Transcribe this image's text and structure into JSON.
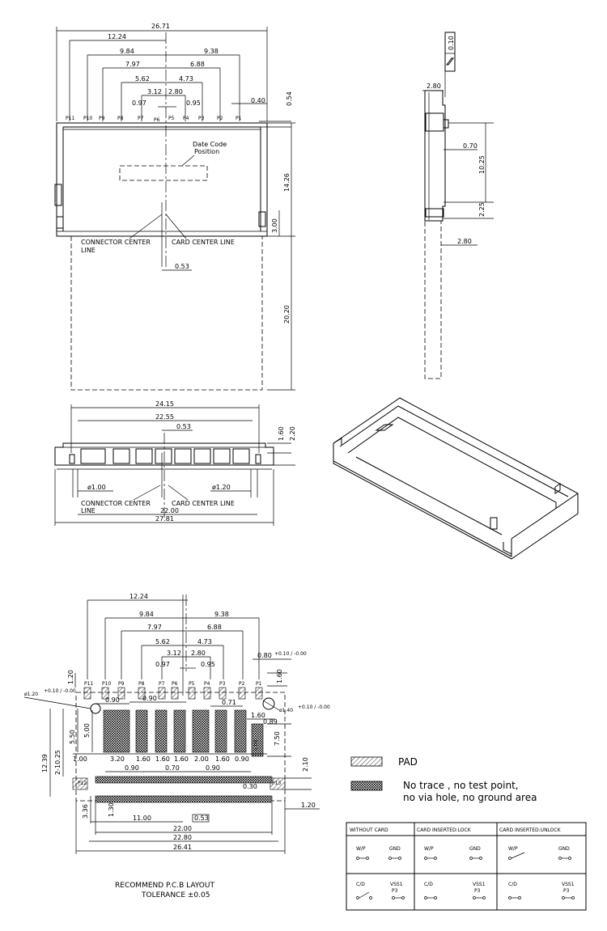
{
  "top_view": {
    "overall_width": "26.71",
    "dims_left": [
      "12.24",
      "9.84",
      "7.97",
      "5.62",
      "3.12",
      "0.97"
    ],
    "dims_right": [
      "9.38",
      "6.88",
      "4.73",
      "2.80",
      "0.95"
    ],
    "pitch_right": "0.40",
    "pin_height": "0.54",
    "pins": [
      "P11",
      "P10",
      "P9",
      "P8",
      "P7",
      "P6",
      "P5",
      "P4",
      "P3",
      "P2",
      "P1"
    ],
    "date_code": [
      "Date Code",
      "Position"
    ],
    "body_height": "14.26",
    "bottom_margin": "3.00",
    "card_extension": "20.20",
    "connector_center_line": [
      "CONNECTOR CENTER",
      "LINE"
    ],
    "card_center_line": "CARD CENTER LINE",
    "center_offset": "0.53"
  },
  "side_view": {
    "flatness": "0.10",
    "width_top": "2.80",
    "d1": "0.70",
    "d2": "10.25",
    "d3": "2.25",
    "width_bottom": "2.80"
  },
  "front_view": {
    "w1": "24.15",
    "w2": "22.55",
    "offset": "0.53",
    "h1": "1.60",
    "h2": "2.20",
    "hole_left": "ø1.00",
    "hole_right": "ø1.20",
    "connector_center_line": [
      "CONNECTOR CENTER",
      "LINE"
    ],
    "card_center_line": "CARD CENTER LINE",
    "w3": "22.00",
    "w4": "27.81"
  },
  "pcb": {
    "dims_left": [
      "12.24",
      "9.84",
      "7.97",
      "5.62",
      "3.12",
      "0.97"
    ],
    "dims_right": [
      "9.38",
      "6.88",
      "4.73",
      "2.80",
      "0.95"
    ],
    "pad_width": "0.80",
    "pad_width_tol": "+0.10 / -0.00",
    "pad_top": "1.20",
    "pad_len": "1.60",
    "pins": [
      "P11",
      "P10",
      "P9",
      "P8",
      "P7",
      "P6",
      "P5",
      "P4",
      "P3",
      "P2",
      "P1"
    ],
    "hole_left": "ø1.20",
    "hole_left_tol": "+0.10 / -0.00",
    "hole_right": "ø1.40",
    "hole_right_tol": "+0.10 / -0.00",
    "row_top": [
      "0.90",
      "0.90",
      "0.71"
    ],
    "v_labels": [
      "5.50",
      "5.00",
      "12.39",
      "2-10.25",
      "3.36",
      "1.30"
    ],
    "bottom_row": [
      "1.00",
      "3.20",
      "1.60",
      "1.60",
      "1.60",
      "2.00",
      "1.60",
      "0.90"
    ],
    "gap_row": [
      "0.90",
      "0.70",
      "0.90"
    ],
    "right_labels": [
      "1.60",
      "0.89",
      "7.50",
      "2.10",
      "0.30",
      "1.20",
      "1.00"
    ],
    "side_pins": [
      "P12",
      "P13"
    ],
    "widths": [
      "11.00",
      "0.53",
      "22.00",
      "22.80",
      "26.41"
    ],
    "caption": [
      "RECOMMEND P.C.B LAYOUT",
      "TOLERANCE ±0.05"
    ]
  },
  "legend": {
    "pad": "PAD",
    "keepout": [
      "No trace , no test point,",
      "no via hole, no ground area"
    ]
  },
  "switch_table": {
    "headers": [
      "WITHOUT  CARD",
      "CARD  INSERTED:LOCK",
      "CARD  INSERTED:UNLOCK"
    ],
    "row1": [
      "W/P",
      "GND"
    ],
    "row2": [
      "C/D",
      "VSS1",
      "P3"
    ]
  }
}
